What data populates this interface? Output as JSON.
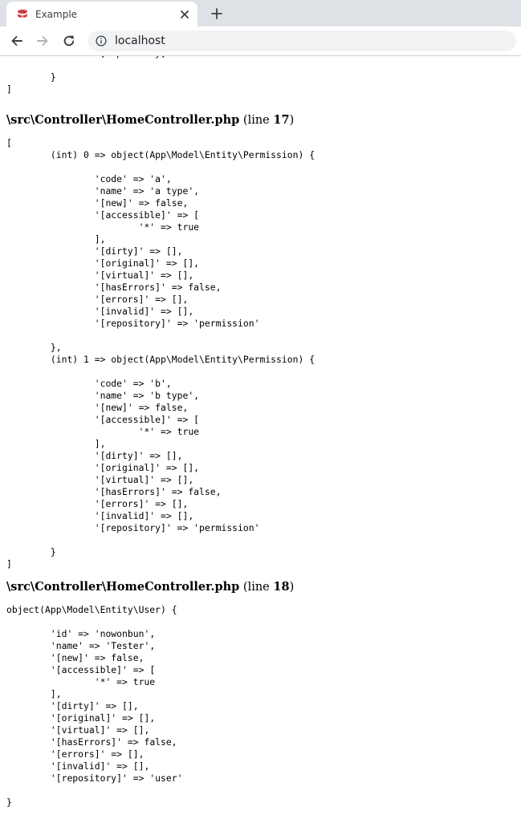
{
  "browser": {
    "tab_title": "Example",
    "url": "localhost"
  },
  "dumps": [
    {
      "id": "partial",
      "lines": [
        "\t\t'[repository]' => 'info'",
        "",
        "\t}",
        "]"
      ]
    },
    {
      "id": "permissions",
      "header": {
        "path": "\\src\\Controller\\HomeController.php",
        "line_prefix": "(line ",
        "line_number": "17",
        "line_suffix": ")"
      },
      "lines": [
        "[",
        "\t(int) 0 => object(App\\Model\\Entity\\Permission) {",
        "",
        "\t\t'code' => 'a',",
        "\t\t'name' => 'a type',",
        "\t\t'[new]' => false,",
        "\t\t'[accessible]' => [",
        "\t\t\t'*' => true",
        "\t\t],",
        "\t\t'[dirty]' => [],",
        "\t\t'[original]' => [],",
        "\t\t'[virtual]' => [],",
        "\t\t'[hasErrors]' => false,",
        "\t\t'[errors]' => [],",
        "\t\t'[invalid]' => [],",
        "\t\t'[repository]' => 'permission'",
        "",
        "\t},",
        "\t(int) 1 => object(App\\Model\\Entity\\Permission) {",
        "",
        "\t\t'code' => 'b',",
        "\t\t'name' => 'b type',",
        "\t\t'[new]' => false,",
        "\t\t'[accessible]' => [",
        "\t\t\t'*' => true",
        "\t\t],",
        "\t\t'[dirty]' => [],",
        "\t\t'[original]' => [],",
        "\t\t'[virtual]' => [],",
        "\t\t'[hasErrors]' => false,",
        "\t\t'[errors]' => [],",
        "\t\t'[invalid]' => [],",
        "\t\t'[repository]' => 'permission'",
        "",
        "\t}",
        "]"
      ]
    },
    {
      "id": "user",
      "header": {
        "path": "\\src\\Controller\\HomeController.php",
        "line_prefix": "(line ",
        "line_number": "18",
        "line_suffix": ")"
      },
      "lines": [
        "object(App\\Model\\Entity\\User) {",
        "",
        "\t'id' => 'nowonbun',",
        "\t'name' => 'Tester',",
        "\t'[new]' => false,",
        "\t'[accessible]' => [",
        "\t\t'*' => true",
        "\t],",
        "\t'[dirty]' => [],",
        "\t'[original]' => [],",
        "\t'[virtual]' => [],",
        "\t'[hasErrors]' => false,",
        "\t'[errors]' => [],",
        "\t'[invalid]' => [],",
        "\t'[repository]' => 'user'",
        "",
        "}"
      ]
    }
  ]
}
